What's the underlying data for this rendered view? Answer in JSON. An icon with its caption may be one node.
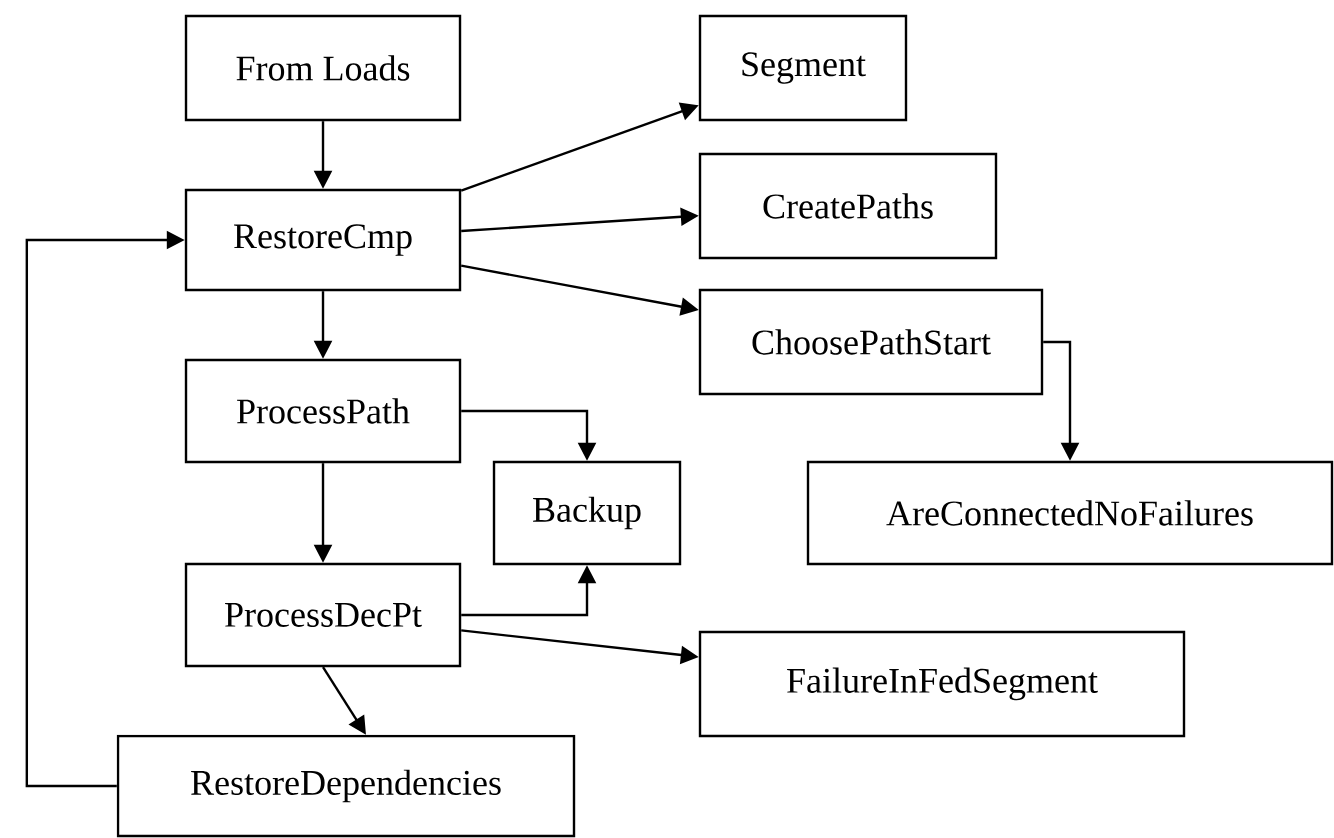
{
  "diagram": {
    "nodes": [
      {
        "text": [
          "From Loads"
        ]
      },
      {
        "text": [
          "RestoreCmp"
        ]
      },
      {
        "text": [
          "ProcessPath"
        ]
      },
      {
        "text": [
          "Backup"
        ]
      },
      {
        "text": [
          "ProcessDecPt"
        ]
      },
      {
        "text": [
          "RestoreDependencies"
        ]
      },
      {
        "text": [
          "Segment"
        ]
      },
      {
        "text": [
          "CreatePaths"
        ]
      },
      {
        "text": [
          "ChoosePathStart"
        ]
      },
      {
        "text": [
          "AreConnectedNoFailures"
        ]
      },
      {
        "text": [
          "FailureInFedSegment"
        ]
      }
    ],
    "edges": [
      {
        "from": 0,
        "to": 1,
        "arrow": "to"
      },
      {
        "from": 1,
        "to": 6,
        "arrow": "to"
      },
      {
        "from": 1,
        "to": 7,
        "arrow": "to"
      },
      {
        "from": 1,
        "to": 8,
        "arrow": "to"
      },
      {
        "from": 1,
        "to": 2,
        "arrow": "to"
      },
      {
        "from": 2,
        "to": 3,
        "arrow": "to"
      },
      {
        "from": 2,
        "to": 4,
        "arrow": "to"
      },
      {
        "from": 4,
        "to": 3,
        "arrow": "to"
      },
      {
        "from": 8,
        "to": 9,
        "arrow": "to"
      },
      {
        "from": 4,
        "to": 10,
        "arrow": "to"
      },
      {
        "from": 4,
        "to": 5,
        "arrow": "to"
      },
      {
        "from": 5,
        "to": 1,
        "arrow": "to"
      }
    ]
  }
}
